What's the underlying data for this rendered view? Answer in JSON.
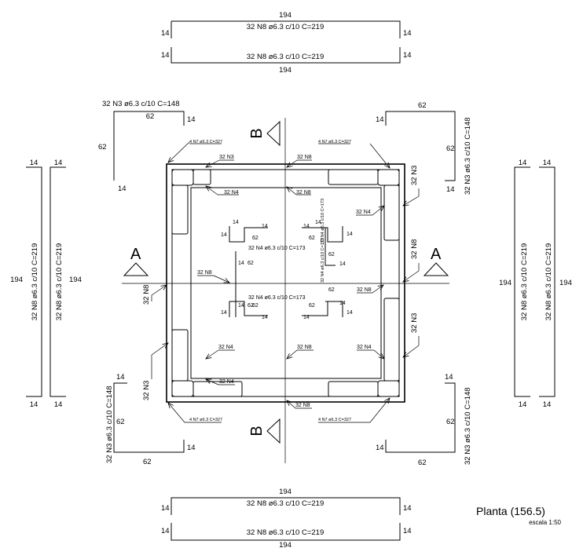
{
  "title": "Planta (156.5)",
  "scale": "escala 1:50",
  "section_a": "A",
  "section_b": "B",
  "n8_bar": {
    "spec": "32 N8 ø6.3 c/10  C=219",
    "length": "194",
    "hook": "14"
  },
  "n3_bar": {
    "spec": "32 N3 ø6.3 c/10  C=148",
    "leg": "62",
    "hook": "14"
  },
  "n4_bar": {
    "spec": "32 N4 ø6.3 c/10  C=173",
    "leg": "62",
    "hook": "14"
  },
  "n7_bar": {
    "spec": "4 N7 ø6.3  C=327"
  },
  "callouts": {
    "n3": "32 N3",
    "n4": "32 N4",
    "n8": "32 N8"
  }
}
